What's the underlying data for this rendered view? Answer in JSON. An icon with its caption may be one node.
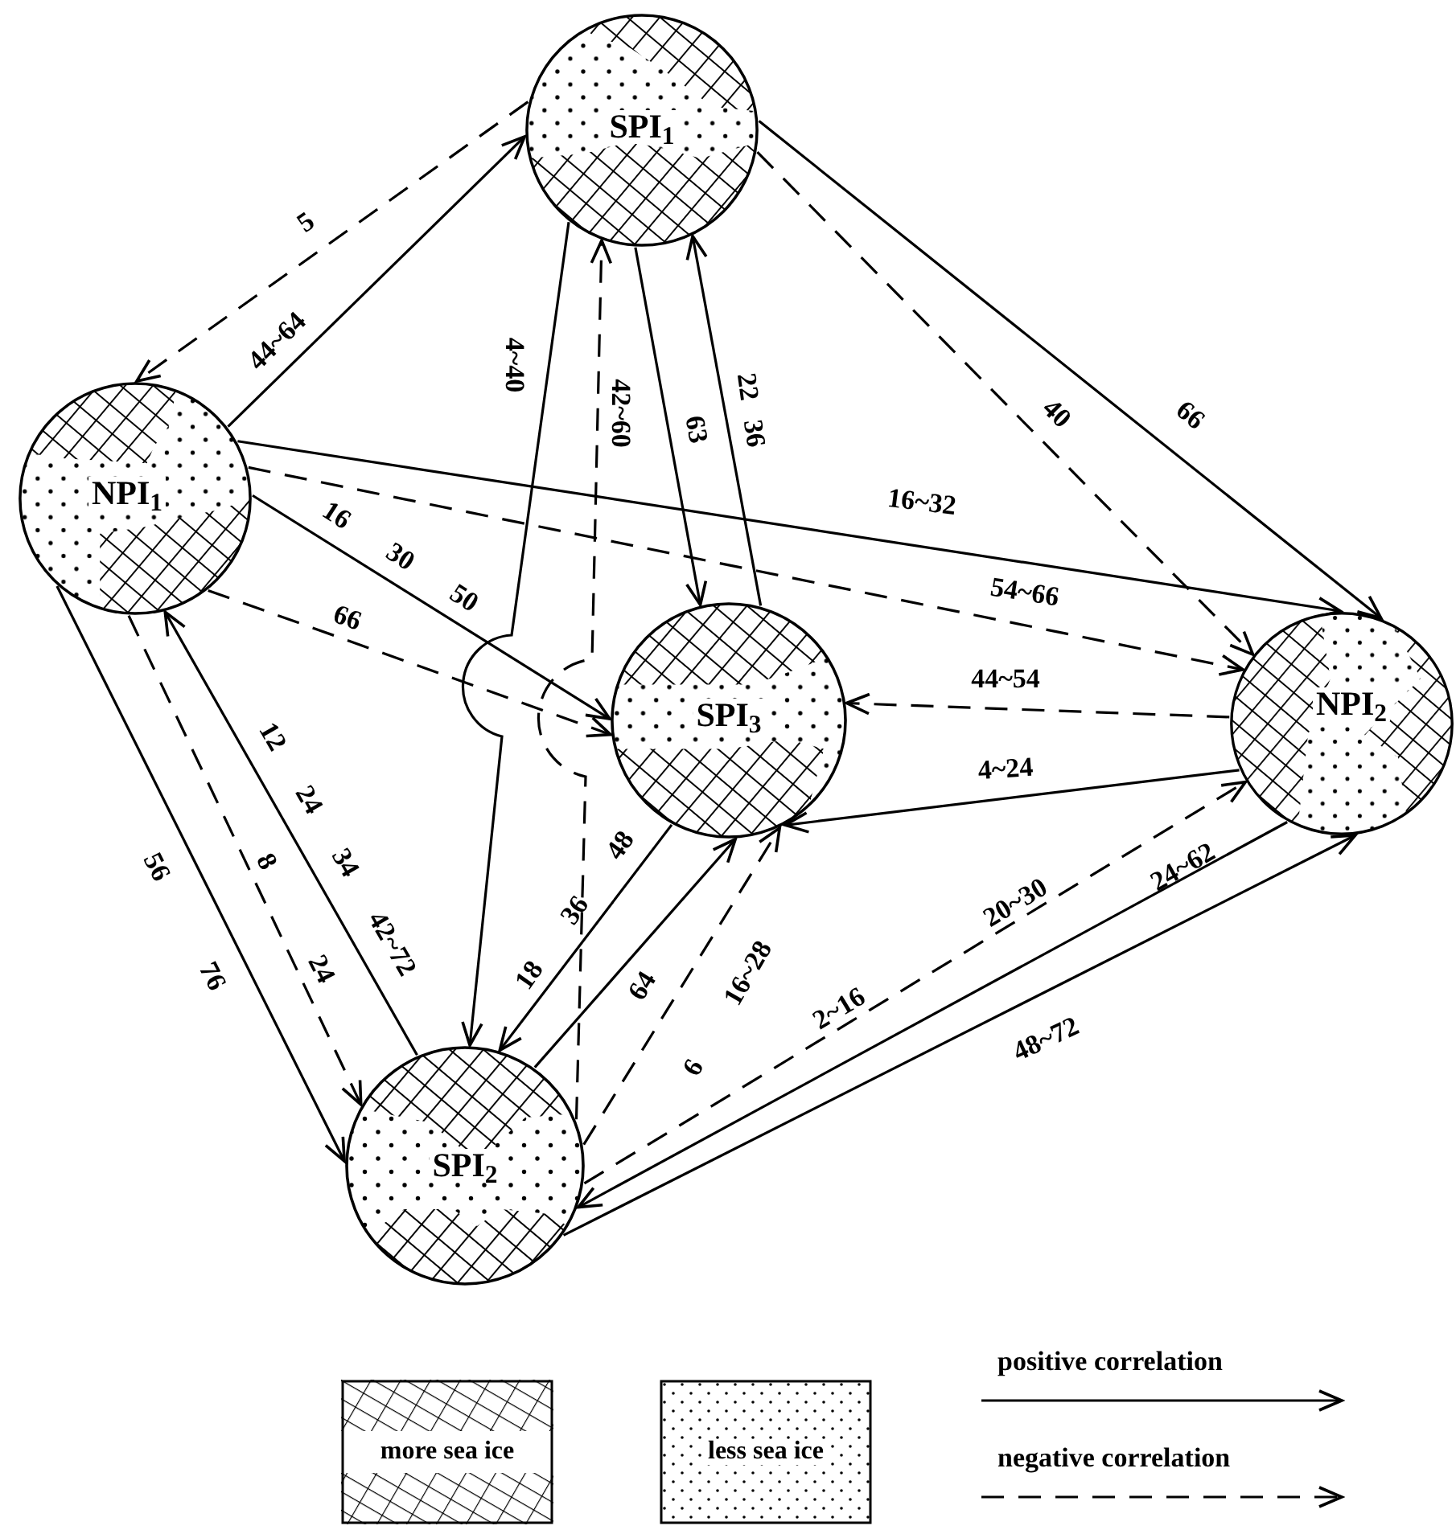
{
  "diagram": {
    "nodes": [
      {
        "text": [
          "SPI$_{1}$"
        ]
      },
      {
        "text": [
          "NPI$_{1}$"
        ]
      },
      {
        "text": [
          "SPI$_{3}$"
        ]
      },
      {
        "text": [
          "NPI$_{2}$"
        ]
      },
      {
        "text": [
          "SPI$_{2}$"
        ]
      }
    ],
    "edges": [
      {
        "from": 0,
        "to": 1,
        "arrow": "to",
        "label": "5",
        "style": "dashed"
      },
      {
        "from": 1,
        "to": 0,
        "arrow": "to",
        "label": "44~64"
      },
      {
        "from": 0,
        "to": 4,
        "arrow": "to",
        "label": "4~40"
      },
      {
        "from": 4,
        "to": 0,
        "arrow": "to",
        "label": "42~60",
        "style": "dashed"
      },
      {
        "from": 0,
        "to": 2,
        "arrow": "to",
        "label": "63"
      },
      {
        "from": 2,
        "to": 0,
        "arrow": "to",
        "label": "22 36"
      },
      {
        "from": 0,
        "to": 3,
        "arrow": "to",
        "label": "40",
        "style": "dashed"
      },
      {
        "from": 0,
        "to": 3,
        "arrow": "to",
        "label": "66"
      },
      {
        "from": 1,
        "to": 3,
        "arrow": "to",
        "label": "16~32"
      },
      {
        "from": 1,
        "to": 3,
        "arrow": "to",
        "label": "54~66",
        "style": "dashed"
      },
      {
        "from": 1,
        "to": 2,
        "arrow": "to",
        "label": "16 30 50"
      },
      {
        "from": 1,
        "to": 2,
        "arrow": "to",
        "label": "66",
        "style": "dashed"
      },
      {
        "from": 3,
        "to": 2,
        "arrow": "to",
        "label": "44~54",
        "style": "dashed"
      },
      {
        "from": 3,
        "to": 2,
        "arrow": "to",
        "label": "4~24"
      },
      {
        "from": 1,
        "to": 4,
        "arrow": "to",
        "label": "56 76"
      },
      {
        "from": 1,
        "to": 4,
        "arrow": "to",
        "label": "8 24",
        "style": "dashed"
      },
      {
        "from": 4,
        "to": 1,
        "arrow": "to",
        "label": "12 24 34 42~72"
      },
      {
        "from": 2,
        "to": 4,
        "arrow": "to",
        "label": "18 36 48"
      },
      {
        "from": 4,
        "to": 2,
        "arrow": "to",
        "label": "64"
      },
      {
        "from": 4,
        "to": 2,
        "arrow": "to",
        "label": "6 16~28",
        "style": "dashed"
      },
      {
        "from": 4,
        "to": 3,
        "arrow": "to",
        "label": "2~16 20~30",
        "style": "dashed"
      },
      {
        "from": 3,
        "to": 4,
        "arrow": "to",
        "label": "24~62"
      },
      {
        "from": 4,
        "to": 3,
        "arrow": "to",
        "label": "48~72"
      }
    ],
    "legend": [
      {
        "text": "more sea ice"
      },
      {
        "text": "less sea ice"
      },
      {
        "text": "positive correlation"
      },
      {
        "text": "negative correlation"
      }
    ]
  }
}
